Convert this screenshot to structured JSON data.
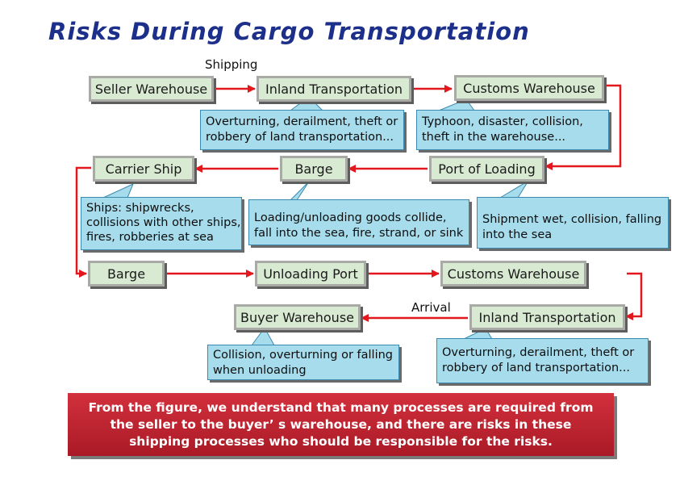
{
  "title": "Risks During Cargo Transportation",
  "labels": {
    "shipping": "Shipping",
    "arrival": "Arrival"
  },
  "nodes": {
    "seller_warehouse": "Seller Warehouse",
    "inland_transportation_1": "Inland Transportation",
    "customs_warehouse_1": "Customs Warehouse",
    "port_of_loading": "Port of Loading",
    "barge_1": "Barge",
    "carrier_ship": "Carrier Ship",
    "barge_2": "Barge",
    "unloading_port": "Unloading Port",
    "customs_warehouse_2": "Customs Warehouse",
    "inland_transportation_2": "Inland Transportation",
    "buyer_warehouse": "Buyer Warehouse"
  },
  "callouts": {
    "inland_1": [
      "Overturning, derailment, theft or",
      "robbery of land transportation..."
    ],
    "customs_1": [
      "Typhoon, disaster, collision,",
      "theft in the warehouse..."
    ],
    "ship": [
      "Ships: shipwrecks,",
      "collisions with other ships,",
      "fires, robberies at sea"
    ],
    "barge": [
      "Loading/unloading goods collide,",
      "fall into the sea, fire, strand, or sink"
    ],
    "port": [
      "Shipment wet, collision, falling",
      "into the sea"
    ],
    "buyer": [
      "Collision, overturning or falling",
      "when unloading"
    ],
    "inland_2": [
      "Overturning, derailment, theft or",
      "robbery of land transportation..."
    ]
  },
  "conclusion": [
    "From the figure, we understand that many processes are required from",
    "the seller to the buyer’ s warehouse, and there are risks in these",
    "shipping processes who should be responsible for the risks."
  ],
  "colors": {
    "title": "#1c2f8a",
    "arrow": "#e3181f",
    "node_fill": "#d9ead3",
    "callout_fill": "#a6dcec",
    "banner": "#c0202c"
  }
}
